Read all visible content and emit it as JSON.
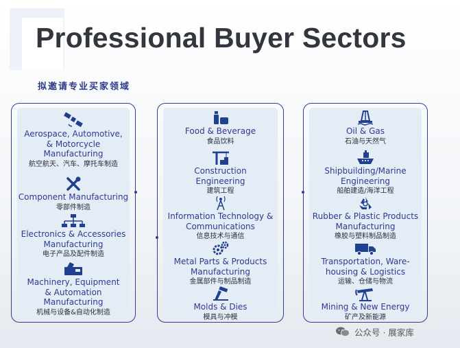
{
  "header": {
    "title": "Professional Buyer Sectors",
    "subtitle": "拟邀请专业买家领域"
  },
  "columns": [
    {
      "items": [
        {
          "icon": "satellite-icon",
          "en": [
            "Aerospace, Automotive,",
            "& Motorcycle",
            "Manufacturing"
          ],
          "zh": "航空航天、汽车、摩托车制造"
        },
        {
          "icon": "tools-icon",
          "en": [
            "Component Manufacturing"
          ],
          "zh": "零部件制造"
        },
        {
          "icon": "network-icon",
          "en": [
            "Electronics & Accessories",
            "Manufacturing"
          ],
          "zh": "电子产品及配件制造"
        },
        {
          "icon": "machine-icon",
          "en": [
            "Machinery, Equipment",
            "& Automation",
            "Manufacturing"
          ],
          "zh": "机械与设备&自动化制造"
        }
      ]
    },
    {
      "items": [
        {
          "icon": "food-icon",
          "en": [
            "Food & Beverage"
          ],
          "zh": "食品饮料"
        },
        {
          "icon": "crane-icon",
          "en": [
            "Construction",
            "Engineering"
          ],
          "zh": "建筑工程"
        },
        {
          "icon": "antenna-icon",
          "en": [
            "Information Technology &",
            "Communications"
          ],
          "zh": "信息技术与通信"
        },
        {
          "icon": "gears-icon",
          "en": [
            "Metal Parts & Products",
            "Manufacturing"
          ],
          "zh": "金属部件与制品制造"
        },
        {
          "icon": "press-icon",
          "en": [
            "Molds & Dies"
          ],
          "zh": "模具与冲模"
        }
      ]
    },
    {
      "items": [
        {
          "icon": "oil-rig-icon",
          "en": [
            "Oil & Gas"
          ],
          "zh": "石油与天然气"
        },
        {
          "icon": "ship-icon",
          "en": [
            "Shipbuilding/Marine",
            "Engineering"
          ],
          "zh": "船舶建造/海洋工程"
        },
        {
          "icon": "recycle-icon",
          "en": [
            "Rubber & Plastic Products",
            "Manufacturing"
          ],
          "zh": "橡胶与塑料制品制造"
        },
        {
          "icon": "truck-icon",
          "en": [
            "Transportation, Ware-",
            "housing & Logistics"
          ],
          "zh": "运输、仓储与物流"
        },
        {
          "icon": "pumpjack-icon",
          "en": [
            "Mining & New Energy"
          ],
          "zh": "矿产及新能源"
        }
      ]
    }
  ],
  "watermark": {
    "text": "公众号 · 展家库"
  },
  "colors": {
    "accent": "#2e3a92",
    "border": "#2e3f8f",
    "panel": "#e4ecf5",
    "icon": "#1f3f8f"
  }
}
